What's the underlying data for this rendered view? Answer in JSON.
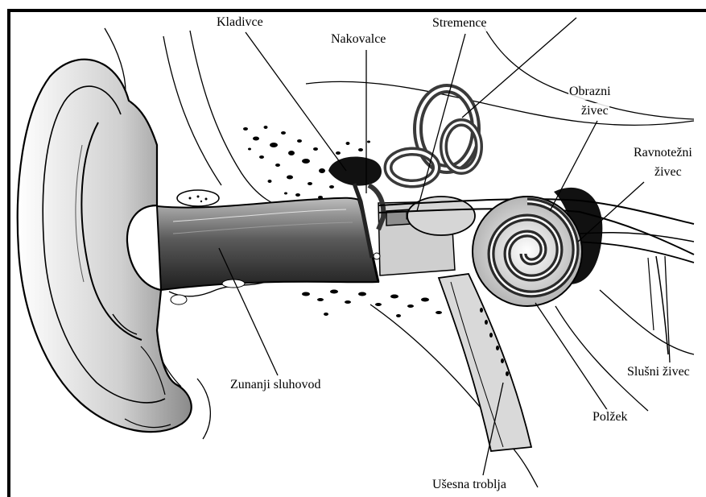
{
  "labels": {
    "kladivce": "Kladivce",
    "nakovalce": "Nakovalce",
    "stremence": "Stremence",
    "obrazni_zivec": [
      "Obrazni",
      "živec"
    ],
    "ravnotezni_zivec": [
      "Ravnotežni",
      "živec"
    ],
    "slusni_zivec": "Slušni živec",
    "zunanji_sluhovod": "Zunanji sluhovod",
    "polzek": "Polžek",
    "usesna_troblja": "Ušesna troblja"
  },
  "colors": {
    "line": "#000000",
    "background": "#ffffff",
    "shade_dark": "#2a2a2a",
    "shade_light": "#d9d9d9"
  }
}
